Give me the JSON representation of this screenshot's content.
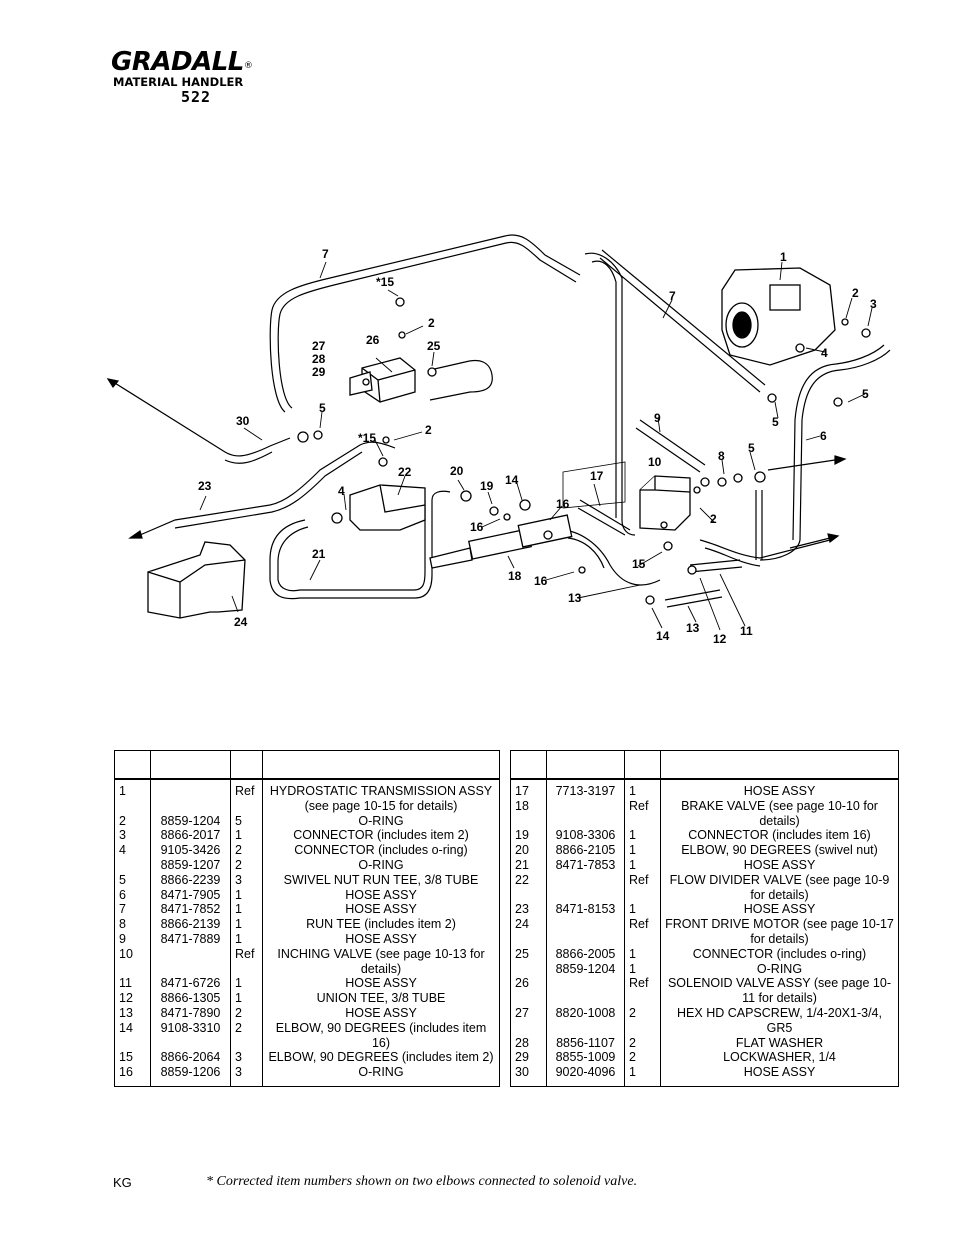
{
  "header": {
    "brand": "GRADALL",
    "registered": "®",
    "subtitle": "MATERIAL HANDLER",
    "model": "522"
  },
  "callouts": [
    "7",
    "*15",
    "2",
    "1",
    "2",
    "3",
    "7",
    "27",
    "28",
    "29",
    "26",
    "25",
    "4",
    "5",
    "5",
    "30",
    "5",
    "*15",
    "2",
    "6",
    "9",
    "22",
    "20",
    "19",
    "8",
    "5",
    "23",
    "4",
    "14",
    "10",
    "17",
    "16",
    "16",
    "2",
    "21",
    "18",
    "16",
    "15",
    "13",
    "14",
    "13",
    "12",
    "11",
    "24"
  ],
  "parts_table": {
    "headers": [
      "",
      "",
      "",
      ""
    ],
    "left": [
      [
        "1",
        "",
        "Ref",
        "HYDROSTATIC TRANSMISSION ASSY (see page 10-15 for details)"
      ],
      [
        "2",
        "8859-1204",
        "5",
        "O-RING"
      ],
      [
        "3",
        "8866-2017",
        "1",
        "CONNECTOR (includes item 2)"
      ],
      [
        "4",
        "9105-3426",
        "2",
        "CONNECTOR (includes o-ring)"
      ],
      [
        "",
        "8859-1207",
        "2",
        "O-RING"
      ],
      [
        "5",
        "8866-2239",
        "3",
        "SWIVEL NUT RUN TEE, 3/8 TUBE"
      ],
      [
        "6",
        "8471-7905",
        "1",
        "HOSE ASSY"
      ],
      [
        "7",
        "8471-7852",
        "1",
        "HOSE ASSY"
      ],
      [
        "8",
        "8866-2139",
        "1",
        "RUN TEE (includes item 2)"
      ],
      [
        "9",
        "8471-7889",
        "1",
        "HOSE ASSY"
      ],
      [
        "10",
        "",
        "Ref",
        "INCHING VALVE (see page 10-13 for details)"
      ],
      [
        "11",
        "8471-6726",
        "1",
        "HOSE ASSY"
      ],
      [
        "12",
        "8866-1305",
        "1",
        "UNION TEE, 3/8 TUBE"
      ],
      [
        "13",
        "8471-7890",
        "2",
        "HOSE ASSY"
      ],
      [
        "14",
        "9108-3310",
        "2",
        "ELBOW, 90 DEGREES (includes item 16)"
      ],
      [
        "15",
        "8866-2064",
        "3",
        "ELBOW, 90 DEGREES (includes item 2)"
      ],
      [
        "16",
        "8859-1206",
        "3",
        "O-RING"
      ]
    ],
    "right": [
      [
        "17",
        "7713-3197",
        "1",
        "HOSE ASSY"
      ],
      [
        "18",
        "",
        "Ref",
        "BRAKE VALVE (see  page 10-10 for details)"
      ],
      [
        "19",
        "9108-3306",
        "1",
        "CONNECTOR (includes item 16)"
      ],
      [
        "20",
        "8866-2105",
        "1",
        "ELBOW, 90 DEGREES (swivel nut)"
      ],
      [
        "21",
        "8471-7853",
        "1",
        "HOSE ASSY"
      ],
      [
        "22",
        "",
        "Ref",
        "FLOW DIVIDER VALVE (see page 10-9 for details)"
      ],
      [
        "23",
        "8471-8153",
        "1",
        "HOSE ASSY"
      ],
      [
        "24",
        "",
        "Ref",
        "FRONT DRIVE MOTOR (see page 10-17 for details)"
      ],
      [
        "25",
        "8866-2005",
        "1",
        "CONNECTOR (includes o-ring)"
      ],
      [
        "",
        "8859-1204",
        "1",
        "O-RING"
      ],
      [
        "26",
        "",
        "Ref",
        "SOLENOID VALVE ASSY (see page 10-11 for details)"
      ],
      [
        "27",
        "8820-1008",
        "2",
        "HEX HD CAPSCREW, 1/4-20X1-3/4, GR5"
      ],
      [
        "28",
        "8856-1107",
        "2",
        "FLAT WASHER"
      ],
      [
        "29",
        "8855-1009",
        "2",
        "LOCKWASHER, 1/4"
      ],
      [
        "30",
        "9020-4096",
        "1",
        "HOSE ASSY"
      ]
    ]
  },
  "footer": {
    "code": "KG",
    "note": "*  Corrected item numbers shown on two elbows connected to solenoid valve."
  }
}
